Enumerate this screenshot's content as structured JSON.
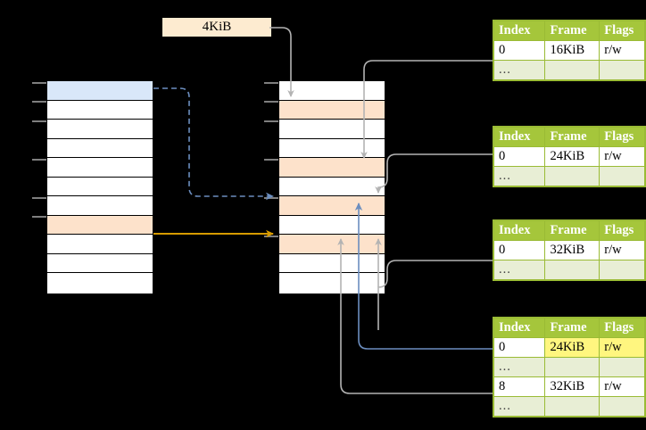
{
  "diagram": {
    "title_label": "4KiB",
    "colors": {
      "header_green": "#a5c63b",
      "dots_row": "#e8eed5",
      "highlight_yellow": "#fff67f",
      "peach_row": "#fde2cb",
      "blue_row": "#d9e7f9",
      "label_bg": "#fdebd0",
      "gray_arrow": "#b3b3b3",
      "blue_arrow": "#6c8ebf",
      "orange_arrow": "#d79b00"
    },
    "left_column": {
      "name": "virtual-address-space",
      "row_count": 11,
      "rows": [
        {
          "fill": "blue"
        },
        {
          "fill": "white"
        },
        {
          "fill": "white"
        },
        {
          "fill": "white"
        },
        {
          "fill": "white"
        },
        {
          "fill": "white"
        },
        {
          "fill": "white"
        },
        {
          "fill": "peach"
        },
        {
          "fill": "white"
        },
        {
          "fill": "white"
        },
        {
          "fill": "white"
        }
      ],
      "ticks": [
        0,
        1,
        2,
        4,
        6,
        7
      ]
    },
    "middle_column": {
      "name": "physical-address-space",
      "row_count": 11,
      "rows": [
        {
          "fill": "white"
        },
        {
          "fill": "peach"
        },
        {
          "fill": "white"
        },
        {
          "fill": "white"
        },
        {
          "fill": "peach"
        },
        {
          "fill": "white"
        },
        {
          "fill": "peach"
        },
        {
          "fill": "white"
        },
        {
          "fill": "peach"
        },
        {
          "fill": "white"
        },
        {
          "fill": "white"
        }
      ],
      "ticks": [
        0,
        1,
        2,
        4,
        6,
        8
      ]
    },
    "page_tables": [
      {
        "name": "page-table-1",
        "headers": [
          "Index",
          "Frame",
          "Flags"
        ],
        "rows": [
          {
            "cells": [
              "0",
              "16KiB",
              "r/w"
            ],
            "style": "normal",
            "highlight": []
          },
          {
            "cells": [
              "...",
              "",
              ""
            ],
            "style": "dots",
            "highlight": []
          }
        ]
      },
      {
        "name": "page-table-2",
        "headers": [
          "Index",
          "Frame",
          "Flags"
        ],
        "rows": [
          {
            "cells": [
              "0",
              "24KiB",
              "r/w"
            ],
            "style": "normal",
            "highlight": []
          },
          {
            "cells": [
              "...",
              "",
              ""
            ],
            "style": "dots",
            "highlight": []
          }
        ]
      },
      {
        "name": "page-table-3",
        "headers": [
          "Index",
          "Frame",
          "Flags"
        ],
        "rows": [
          {
            "cells": [
              "0",
              "32KiB",
              "r/w"
            ],
            "style": "normal",
            "highlight": []
          },
          {
            "cells": [
              "...",
              "",
              ""
            ],
            "style": "dots",
            "highlight": []
          }
        ]
      },
      {
        "name": "page-table-4",
        "headers": [
          "Index",
          "Frame",
          "Flags"
        ],
        "rows": [
          {
            "cells": [
              "0",
              "24KiB",
              "r/w"
            ],
            "style": "normal",
            "highlight": [
              1,
              2
            ]
          },
          {
            "cells": [
              "...",
              "",
              ""
            ],
            "style": "dots",
            "highlight": []
          },
          {
            "cells": [
              "8",
              "32KiB",
              "r/w"
            ],
            "style": "normal",
            "highlight": []
          },
          {
            "cells": [
              "...",
              "",
              ""
            ],
            "style": "dots",
            "highlight": []
          }
        ]
      }
    ]
  }
}
